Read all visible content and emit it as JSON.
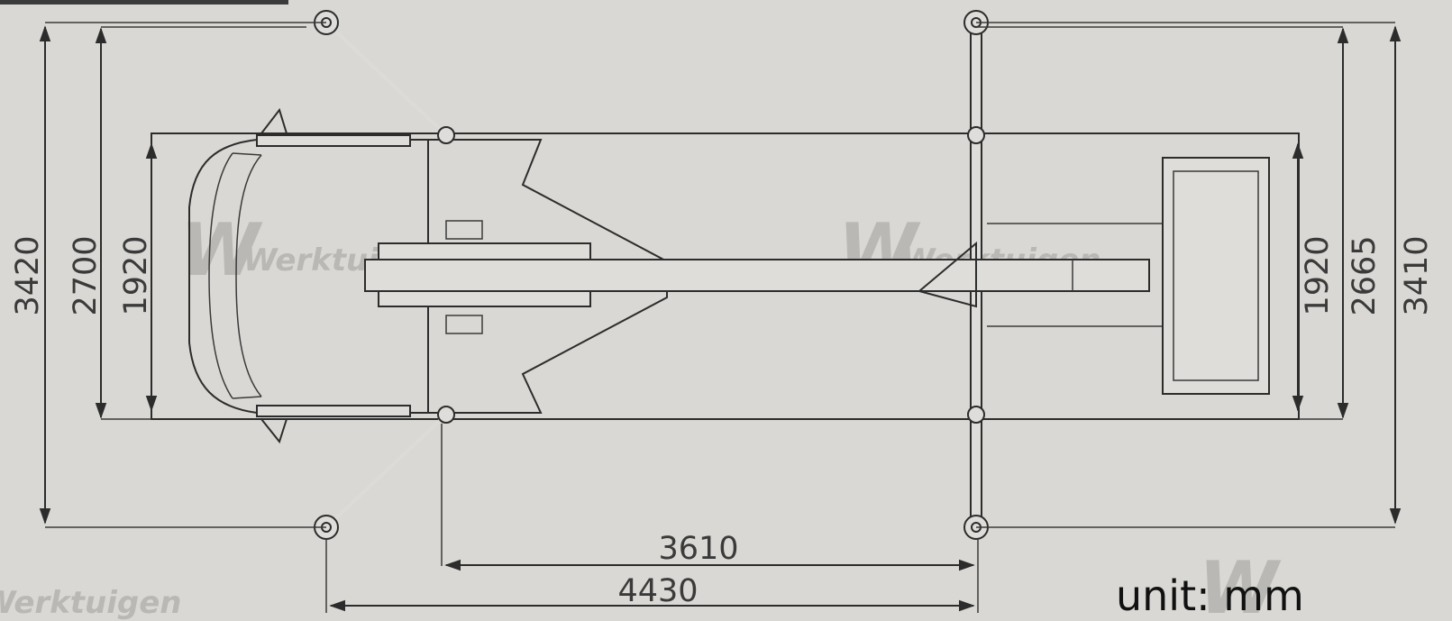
{
  "watermark": {
    "text": "Werktuigen"
  },
  "unit_label": "unit: mm",
  "dimensions": {
    "left_outer": "3420",
    "left_mid": "2700",
    "left_inner": "1920",
    "right_inner": "1920",
    "right_mid": "2665",
    "right_outer": "3410",
    "bottom_short": "3610",
    "bottom_long": "4430"
  },
  "colors": {
    "background": "#d9d8d4",
    "line": "#2c2c2c",
    "watermark": "#b9b8b4"
  }
}
